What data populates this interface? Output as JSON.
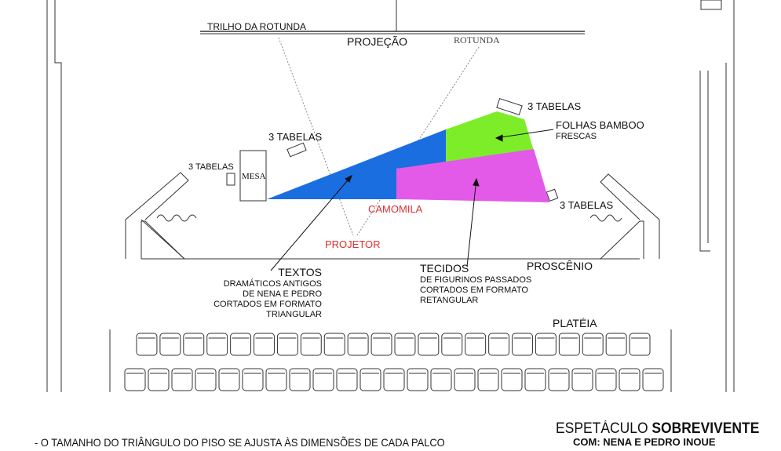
{
  "labels": {
    "trilho": "TRILHO DA ROTUNDA",
    "projecao": "PROJEÇÃO",
    "rotunda": "ROTUNDA",
    "tabelas_top_right": "3 TABELAS",
    "tabelas_left": "3 TABELAS",
    "tabelas_mesa": "3 TABELAS",
    "mesa": "MESA",
    "tabelas_right": "3 TABELAS",
    "folhas_title": "FOLHAS BAMBOO",
    "folhas_sub": "FRESCAS",
    "camomila": "CAMOMILA",
    "projetor": "PROJETOR",
    "textos_title": "TEXTOS",
    "textos_lines": [
      "DRAMÁTICOS ANTIGOS",
      "DE NENA E PEDRO",
      "CORTADOS EM FORMATO",
      "TRIANGULAR"
    ],
    "tecidos_title": "TECIDOS",
    "tecidos_lines": [
      "DE FIGURINOS PASSADOS",
      "CORTADOS EM FORMATO",
      "RETANGULAR"
    ],
    "proscenio": "PROSCÊNIO",
    "plateia": "PLATÉIA"
  },
  "footer": {
    "note": "- O TAMANHO DO TRIÂNGULO DO PISO SE AJUSTA ÀS DIMENSÕES DE CADA PALCO",
    "title_prefix": "ESPETÁCULO ",
    "title_bold": "SOBREVIVENTE",
    "credits": "COM: NENA E PEDRO INOUE"
  },
  "colors": {
    "blue": "#1a6ee0",
    "green": "#7ded2a",
    "magenta": "#e35ae8",
    "red": "#e03030"
  },
  "seating": {
    "row1_seats": 22,
    "row2_seats": 23
  }
}
